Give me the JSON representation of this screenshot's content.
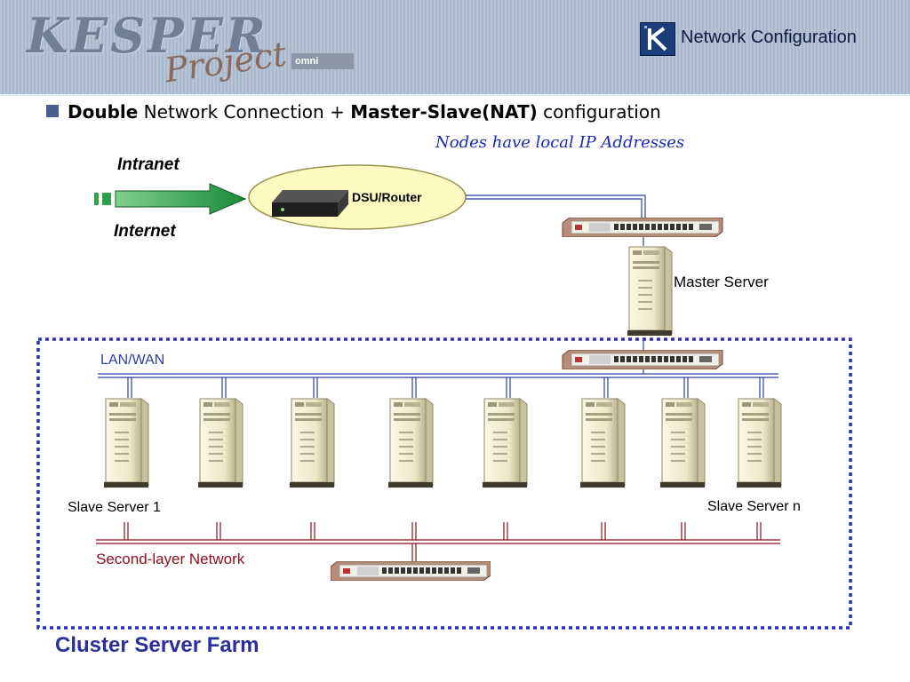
{
  "header": {
    "logo_text": "KESPER",
    "logo_subtext": "Project",
    "logo_badge": "omni",
    "title": "Network Configuration"
  },
  "heading": {
    "part1_bold": "Double",
    "part2": " Network Connection + ",
    "part3_bold": "Master-Slave(NAT)",
    "part4": " configuration"
  },
  "subnote": "Nodes have local IP Addresses",
  "labels": {
    "intranet": "Intranet",
    "internet": "Internet",
    "router": "DSU/Router",
    "master": "Master Server",
    "lan_wan": "LAN/WAN",
    "slave_first": "Slave Server 1",
    "slave_last": "Slave Server n",
    "second_layer": "Second-layer Network",
    "cluster": "Cluster Server Farm"
  },
  "colors": {
    "lan_line": "#2a3fa8",
    "second_line": "#8b0d1d",
    "cluster_border": "#2a2fc0",
    "title_blue": "#2a2f9a"
  }
}
